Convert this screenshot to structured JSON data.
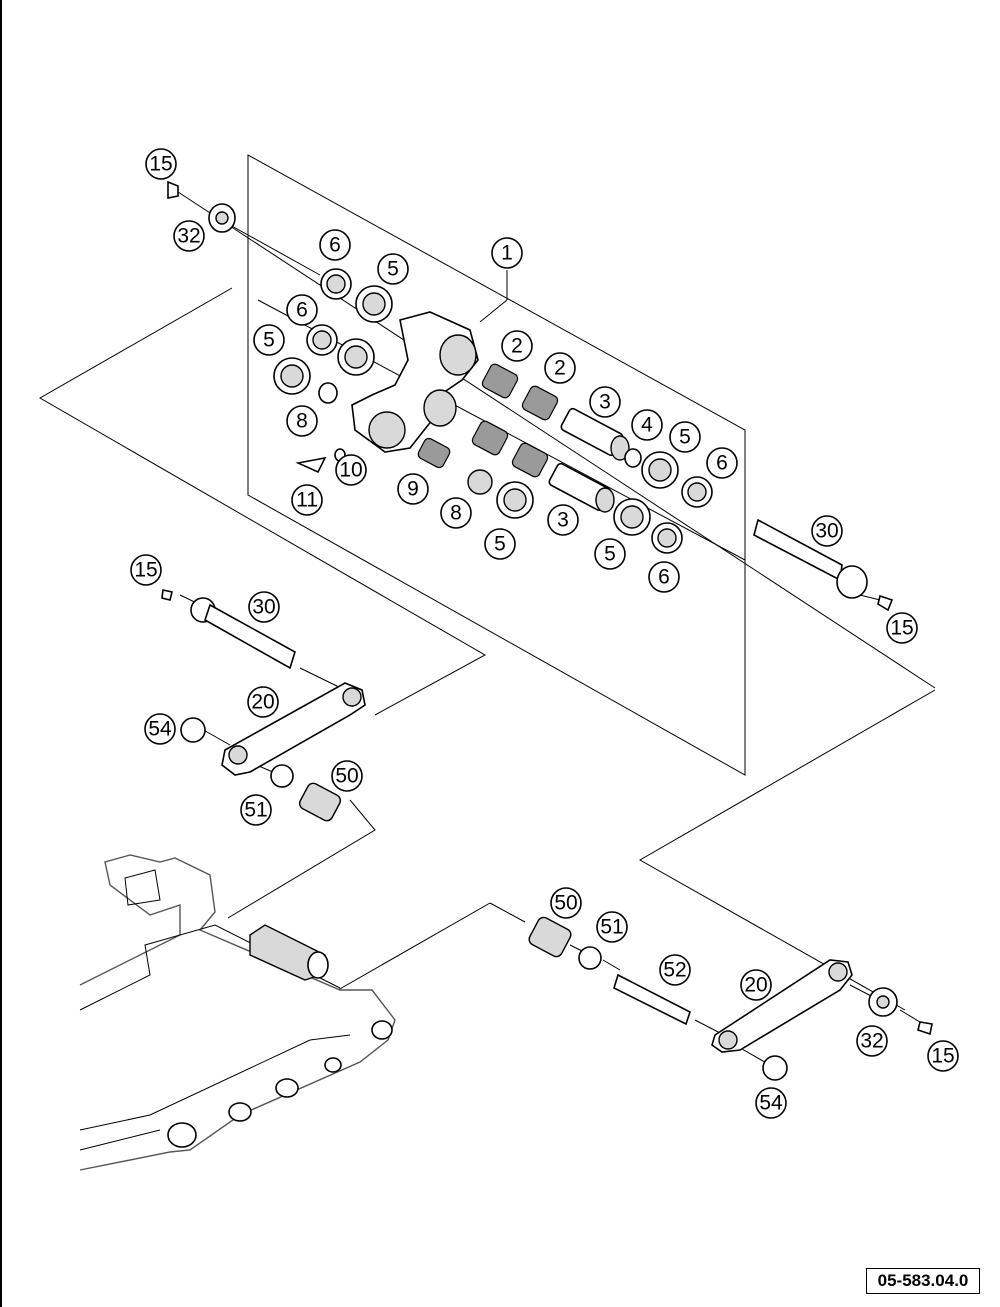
{
  "figure_code": "05-583.04.0",
  "callouts": {
    "c1": "1",
    "c2a": "2",
    "c2b": "2",
    "c3a": "3",
    "c3b": "3",
    "c4": "4",
    "c5a": "5",
    "c5b": "5",
    "c5c": "5",
    "c5d": "5",
    "c5e": "5",
    "c6a": "6",
    "c6b": "6",
    "c6c": "6",
    "c6d": "6",
    "c8a": "8",
    "c8b": "8",
    "c9": "9",
    "c10": "10",
    "c11": "11",
    "c15a": "15",
    "c15b": "15",
    "c15c": "15",
    "c15d": "15",
    "c20a": "20",
    "c20b": "20",
    "c30a": "30",
    "c30b": "30",
    "c32a": "32",
    "c32b": "32",
    "c50a": "50",
    "c50b": "50",
    "c51a": "51",
    "c51b": "51",
    "c52": "52",
    "c54a": "54",
    "c54b": "54"
  }
}
